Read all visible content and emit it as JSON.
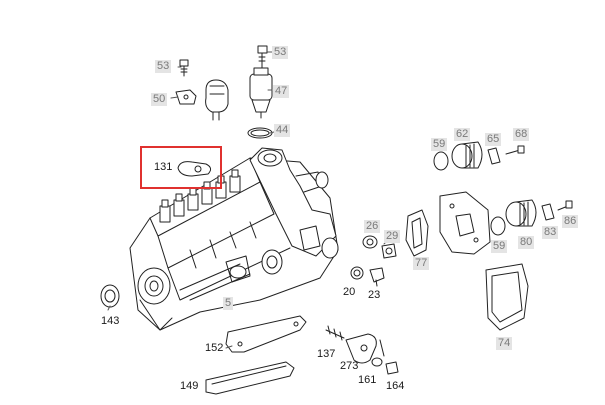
{
  "diagram": {
    "highlight_color": "#e0312f",
    "labels": {
      "l53a": "53",
      "l53b": "53",
      "l50": "50",
      "l47": "47",
      "l44": "44",
      "l131": "131",
      "l59a": "59",
      "l62": "62",
      "l65": "65",
      "l68": "68",
      "l26": "26",
      "l29": "29",
      "l77": "77",
      "l59b": "59",
      "l80": "80",
      "l83": "83",
      "l86": "86",
      "l20": "20",
      "l23": "23",
      "l5": "5",
      "l143": "143",
      "l152": "152",
      "l137": "137",
      "l273": "273",
      "l161": "161",
      "l164": "164",
      "l149": "149",
      "l74": "74"
    }
  }
}
